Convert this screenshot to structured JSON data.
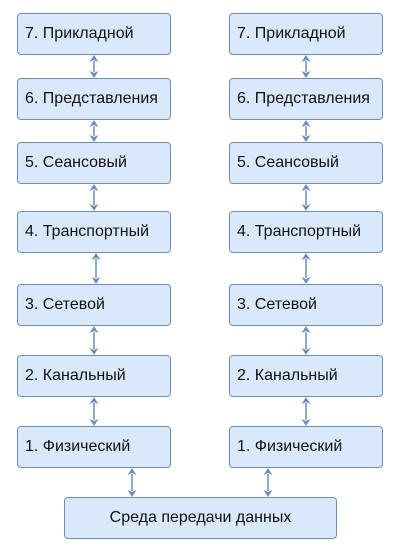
{
  "colors": {
    "box_fill": "#dae8fc",
    "box_border": "#6c8ebf",
    "arrow": "#6c8ebf",
    "text": "#111111"
  },
  "stacks": [
    {
      "name": "left",
      "layers": [
        {
          "label": "7. Прикладной"
        },
        {
          "label": "6. Представления"
        },
        {
          "label": "5. Сеансовый"
        },
        {
          "label": "4. Транспортный"
        },
        {
          "label": "3. Сетевой"
        },
        {
          "label": "2. Канальный"
        },
        {
          "label": "1. Физический"
        }
      ]
    },
    {
      "name": "right",
      "layers": [
        {
          "label": "7. Прикладной"
        },
        {
          "label": "6. Представления"
        },
        {
          "label": "5. Сеансовый"
        },
        {
          "label": "4. Транспортный"
        },
        {
          "label": "3. Сетевой"
        },
        {
          "label": "2. Канальный"
        },
        {
          "label": "1. Физический"
        }
      ]
    }
  ],
  "medium": {
    "label": "Среда передачи данных"
  },
  "connector_icon": "double-headed-arrow"
}
